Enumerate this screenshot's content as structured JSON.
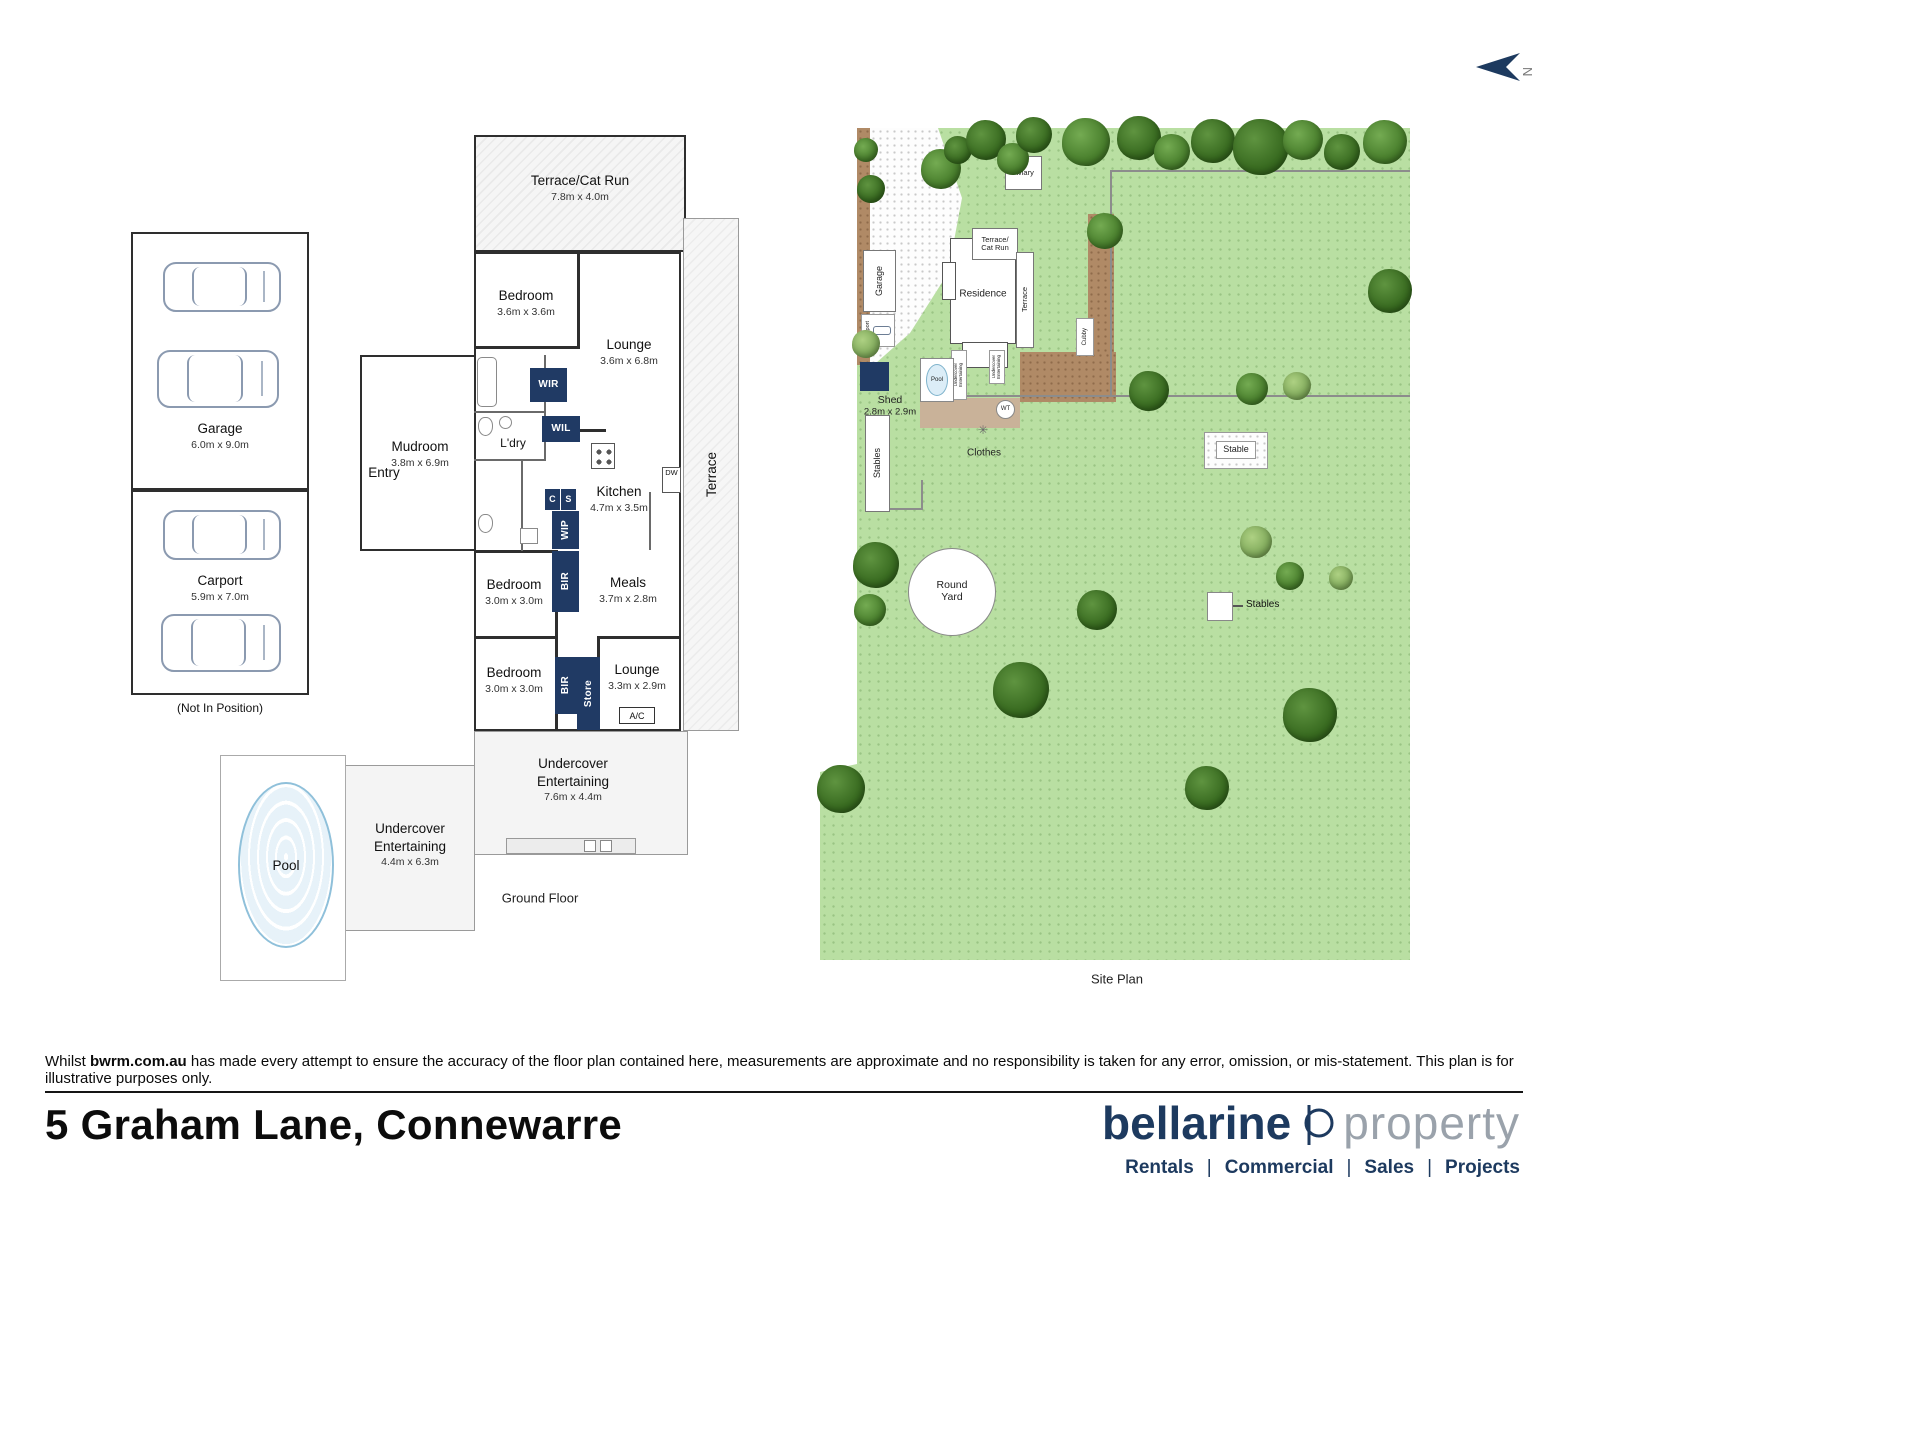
{
  "compass": {
    "label": "N"
  },
  "colors": {
    "navy": "#203a64",
    "field_green": "#b9dfa2",
    "tree_green": "#37691f",
    "pool_blue": "#cfe7f6",
    "brand_navy": "#1d3a5f",
    "brand_gray": "#9aa2ab"
  },
  "floorplan": {
    "caption": "Ground Floor",
    "terrace_cat_run": {
      "name": "Terrace/Cat Run",
      "dims": "7.8m x 4.0m"
    },
    "bedroom1": {
      "name": "Bedroom",
      "dims": "3.6m x 3.6m"
    },
    "lounge1": {
      "name": "Lounge",
      "dims": "3.6m x 6.8m"
    },
    "mudroom": {
      "name": "Mudroom",
      "dims": "3.8m x 6.9m"
    },
    "entry": {
      "name": "Entry"
    },
    "laundry": {
      "name": "L'dry"
    },
    "kitchen": {
      "name": "Kitchen",
      "dims": "4.7m x 3.5m"
    },
    "meals": {
      "name": "Meals",
      "dims": "3.7m x 2.8m"
    },
    "bedroom2": {
      "name": "Bedroom",
      "dims": "3.0m x 3.0m"
    },
    "bedroom3": {
      "name": "Bedroom",
      "dims": "3.0m x 3.0m"
    },
    "lounge2": {
      "name": "Lounge",
      "dims": "3.3m x 2.9m"
    },
    "terrace": {
      "name": "Terrace"
    },
    "undercover1": {
      "name": "Undercover Entertaining",
      "dims": "7.6m x 4.4m"
    },
    "undercover2": {
      "name": "Undercover Entertaining",
      "dims": "4.4m x 6.3m"
    },
    "pool": {
      "name": "Pool"
    },
    "garage": {
      "name": "Garage",
      "dims": "6.0m x 9.0m"
    },
    "carport": {
      "name": "Carport",
      "dims": "5.9m x 7.0m"
    },
    "not_in_position": "(Not In Position)",
    "wir": "WIR",
    "wil": "WIL",
    "wip": "WIP",
    "bir": "BIR",
    "store": "Store",
    "cupboard": "C",
    "shelf": "S",
    "dishwasher": "DW",
    "ac": "A/C"
  },
  "siteplan": {
    "caption": "Site Plan",
    "aviary": "Aviary",
    "garage": "Garage",
    "carport": "Carport",
    "terrace_cat_run_l1": "Terrace/",
    "terrace_cat_run_l2": "Cat Run",
    "residence": "Residence",
    "terrace": "Terrace",
    "cubby": "Cubby",
    "undercover_l1": "Undercover",
    "undercover_l2": "Entertaining",
    "pool": "Pool",
    "wt": "WT",
    "shed": {
      "name": "Shed",
      "dims": "2.8m x 2.9m"
    },
    "stables_left": "Stables",
    "clothes": "Clothes",
    "stable": "Stable",
    "round_yard_l1": "Round",
    "round_yard_l2": "Yard",
    "stables_right": "Stables"
  },
  "footer": {
    "disclaimer_prefix": "Whilst",
    "disclaimer_site": "bwrm.com.au",
    "disclaimer_rest": "has made every attempt to ensure the accuracy of the floor plan contained here, measurements are approximate and no responsibility is taken for any error, omission, or mis-statement. This plan is for illustrative purposes only.",
    "address": "5 Graham Lane, Connewarre",
    "brand_primary": "bellarine",
    "brand_secondary": "property",
    "services": [
      "Rentals",
      "Commercial",
      "Sales",
      "Projects"
    ],
    "separator": "|"
  }
}
